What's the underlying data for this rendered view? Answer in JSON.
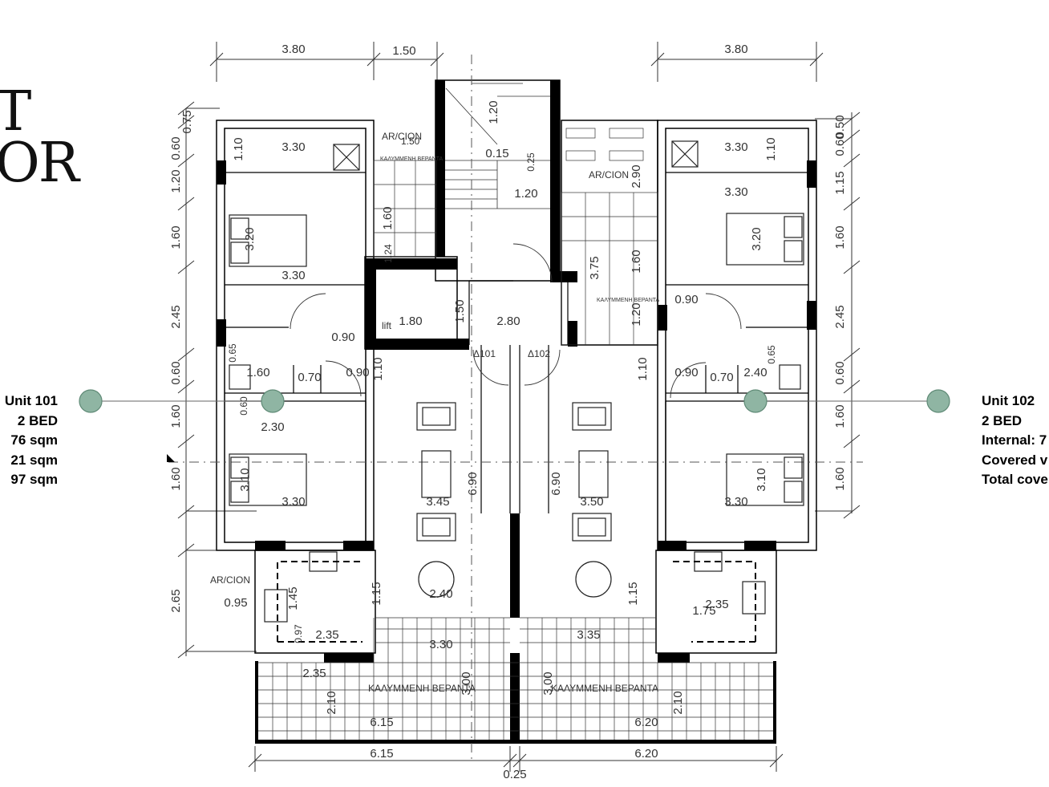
{
  "title_fragment": {
    "line1": "T",
    "line2": "OR"
  },
  "units": {
    "left": {
      "name": "Unit 101",
      "beds": "2 BED",
      "internal": "76 sqm",
      "covered": "21 sqm",
      "total": "97 sqm"
    },
    "right": {
      "name": "Unit 102",
      "beds": "2 BED",
      "internal": "Internal: 7",
      "covered": "Covered v",
      "total": "Total cove"
    }
  },
  "colors": {
    "marker_fill": "#8fb5a3",
    "marker_stroke": "#5f8a76",
    "wall": "#000000",
    "line": "#333333"
  },
  "plan": {
    "top_dims": {
      "left_380": "3.80",
      "stair_150": "1.50",
      "right_380": "3.80"
    },
    "bottom_dims": {
      "left_615": "6.15",
      "right_620": "6.20",
      "gap_025": "0.25"
    },
    "left_side_dims": [
      "0.75",
      "0.60",
      "1.20",
      "1.60",
      "2.45",
      "0.60",
      "1.60",
      "1.60",
      "2.65"
    ],
    "right_side_dims": [
      "0.50",
      "0.60",
      "1.15",
      "1.60",
      "2.45",
      "0.60",
      "1.60",
      "1.60"
    ],
    "rooms": {
      "l_bed1_w": "3.30",
      "l_bed1_h": "3.20",
      "l_bed1_w2": "3.30",
      "l_shower_h": "1.10",
      "l_aircon": "AR/CION",
      "l_ac_dim": "1.50",
      "l_balcony_small": "ΚΑΛΥΜΜΕΝΗ ΒΕΡΑΝΤΑ",
      "l_balcony_h": "1.60",
      "l_balcony_w": "1.24",
      "stair_120": "1.20",
      "stair_015": "0.15",
      "stair_025": "0.25",
      "stair_120b": "1.20",
      "lift": "lift",
      "lift_w": "1.80",
      "lift_h": "1.50",
      "lobby_w": "2.80",
      "door_101": "Δ101",
      "door_102": "Δ102",
      "l_door_090": "0.90",
      "l_wc_065": "0.65",
      "l_bath_160": "1.60",
      "l_bath_070": "0.70",
      "l_door_090b": "0.90",
      "l_110": "1.10",
      "l_060": "0.60",
      "l_230": "2.30",
      "l_bed2_h": "3.10",
      "l_bed2_w": "3.30",
      "l_living_w": "3.45",
      "l_living_h": "6.90",
      "r_living_h": "6.90",
      "r_living_w": "3.50",
      "r_aircon": "AR/CION",
      "r_290": "2.90",
      "r_375": "3.75",
      "r_160": "1.60",
      "r_120": "1.20",
      "r_balcony_small": "ΚΑΛΥΜΜΕΝΗ ΒΕΡΑΝΤΑ",
      "r_bed1_w": "3.30",
      "r_bed1_w2": "3.30",
      "r_110": "1.10",
      "r_bed1_h": "3.20",
      "r_090": "0.90",
      "r_065": "0.65",
      "r_110b": "1.10",
      "r_090b": "0.90",
      "r_070": "0.70",
      "r_240": "2.40",
      "r_bed2_h": "3.10",
      "r_bed2_w": "3.30",
      "l_kitchen_aircon": "AR/CION",
      "l_095": "0.95",
      "l_145": "1.45",
      "l_097": "0.97",
      "l_235": "2.35",
      "l_115": "1.15",
      "l_dining": "2.40",
      "l_330": "3.30",
      "r_115": "1.15",
      "r_175": "1.75",
      "r_235": "2.35",
      "r_335": "3.35",
      "l_terrace_w": "2.35",
      "l_terrace_210": "2.10",
      "terrace_label": "ΚΑΛΥΜΜΕΝΗ ΒΕΡΑΝΤΑ",
      "l_terrace_300": "3.00",
      "l_terrace_615": "6.15",
      "r_terrace_300": "3.00",
      "r_terrace_210": "2.10",
      "r_terrace_620": "6.20"
    }
  }
}
